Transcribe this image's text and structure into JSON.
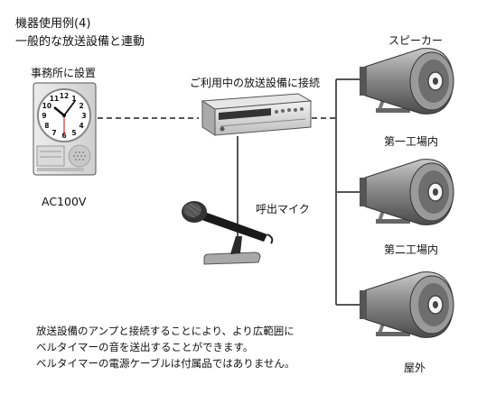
{
  "title": {
    "line1": "機器使用例(4)",
    "line2": "一般的な放送設備と連動"
  },
  "clock": {
    "caption": "事務所に設置",
    "power_label": "AC100V",
    "numerals": [
      "12",
      "1",
      "2",
      "3",
      "4",
      "5",
      "6",
      "7",
      "8",
      "9",
      "10",
      "11"
    ]
  },
  "amplifier": {
    "caption": "ご利用中の放送設備に接続"
  },
  "microphone": {
    "caption": "呼出マイク"
  },
  "speakers": {
    "heading": "スピーカー",
    "items": [
      {
        "label": "第一工場内"
      },
      {
        "label": "第二工場内"
      },
      {
        "label": "屋外"
      }
    ]
  },
  "notes": [
    "放送設備のアンプと接続することにより、より広範囲に",
    "ベルタイマーの音を送出することができます。",
    "ベルタイマーの電源ケーブルは付属品ではありません。"
  ]
}
